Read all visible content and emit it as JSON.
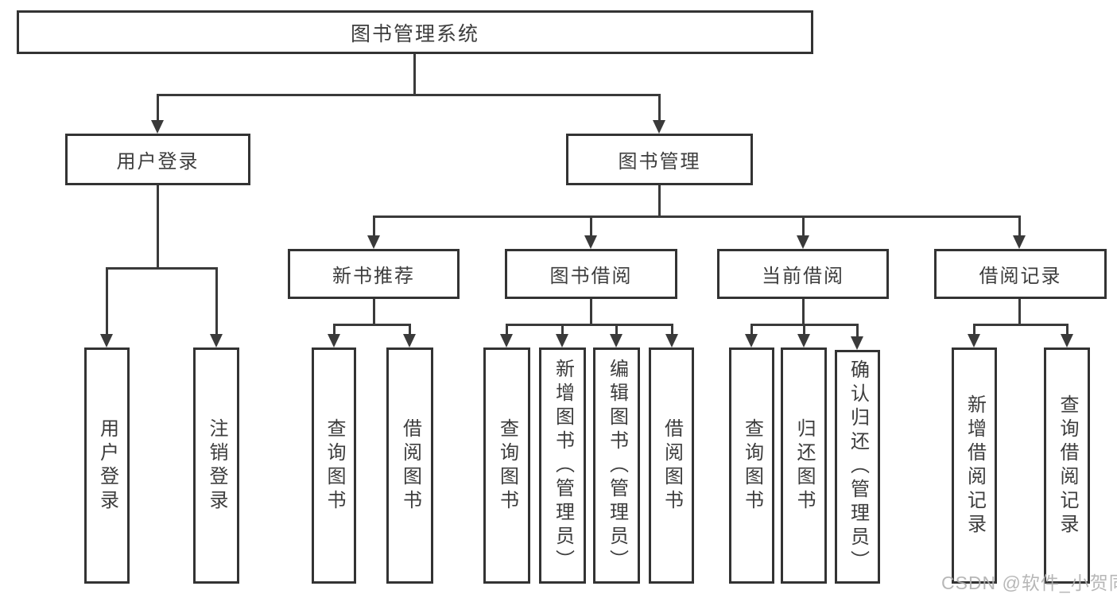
{
  "nodes": {
    "root": "图书管理系统",
    "userLogin": "用户登录",
    "bookMgmt": "图书管理",
    "newBookRec": "新书推荐",
    "bookBorrow": "图书借阅",
    "currentBorrow": "当前借阅",
    "borrowRecords": "借阅记录",
    "leafUserLogin": "用户登录",
    "leafLogout": "注销登录",
    "recQueryBook": "查询图书",
    "recBorrowBook": "借阅图书",
    "bbQueryBook": "查询图书",
    "bbAddBook": "新增图书（管理员）",
    "bbEditBook": "编辑图书（管理员）",
    "bbBorrowBook": "借阅图书",
    "cbQueryBook": "查询图书",
    "cbReturnBook": "归还图书",
    "cbConfirmReturn": "确认归还（管理员）",
    "brAddRecord": "新增借阅记录",
    "brQueryRecord": "查询借阅记录"
  },
  "hierarchy": {
    "图书管理系统": {
      "用户登录": [
        "用户登录",
        "注销登录"
      ],
      "图书管理": {
        "新书推荐": [
          "查询图书",
          "借阅图书"
        ],
        "图书借阅": [
          "查询图书",
          "新增图书（管理员）",
          "编辑图书（管理员）",
          "借阅图书"
        ],
        "当前借阅": [
          "查询图书",
          "归还图书",
          "确认归还（管理员）"
        ],
        "借阅记录": [
          "新增借阅记录",
          "查询借阅记录"
        ]
      }
    }
  },
  "watermark": "CSDN @软件_小贺同学",
  "colors": {
    "line": "#3a3a3a",
    "border": "#333333",
    "text": "#3d3d3d",
    "watermark": "#b0b0b0",
    "background": "#ffffff"
  }
}
